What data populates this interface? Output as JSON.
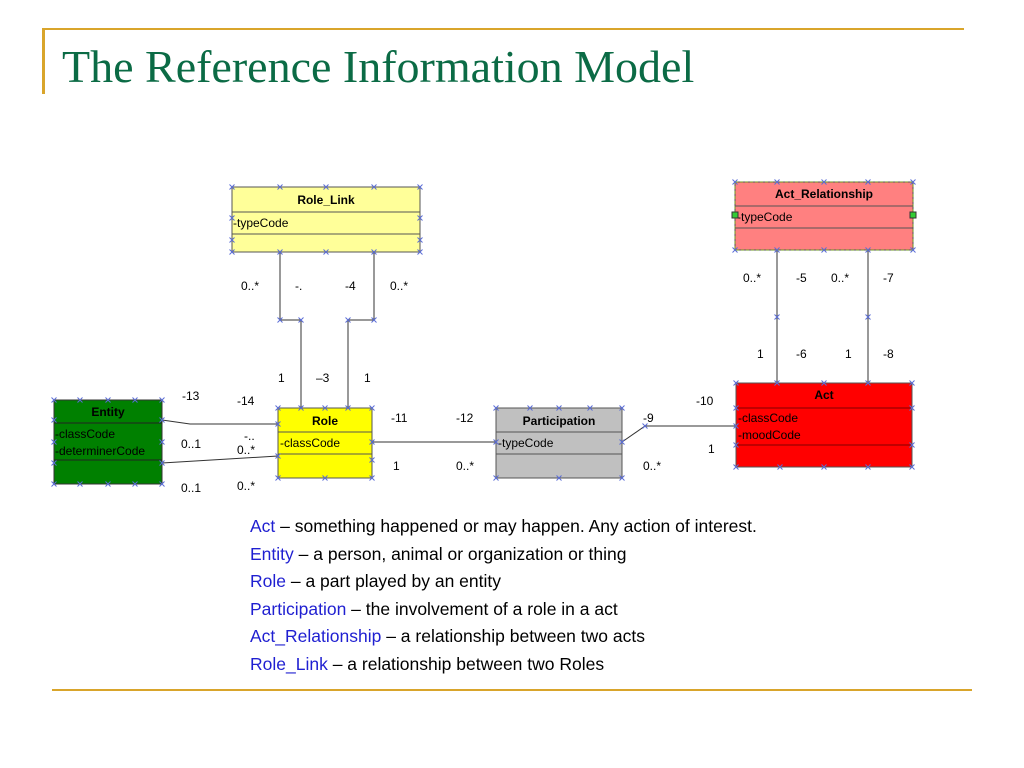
{
  "slide": {
    "title": "The Reference Information Model"
  },
  "classes": {
    "role_link": {
      "name": "Role_Link",
      "attrs": [
        "-typeCode"
      ]
    },
    "act_relationship": {
      "name": "Act_Relationship",
      "attrs": [
        "-typeCode"
      ]
    },
    "entity": {
      "name": "Entity",
      "attrs": [
        "-classCode",
        "-determinerCode"
      ]
    },
    "role": {
      "name": "Role",
      "attrs": [
        "-classCode"
      ]
    },
    "participation": {
      "name": "Participation",
      "attrs": [
        "-typeCode"
      ]
    },
    "act": {
      "name": "Act",
      "attrs": [
        "-classCode",
        "-moodCode"
      ]
    }
  },
  "colors": {
    "role_link": "#ffff99",
    "act_relationship": "#ff8080",
    "entity": "#008000",
    "role": "#ffff00",
    "participation": "#c0c0c0",
    "act": "#ff0000"
  },
  "multiplicities": {
    "rl_left_top": "0..*",
    "rl_mid_left": "-.",
    "rl_mid_right": "-4",
    "rl_right_top": "0..*",
    "rl_left_bottom": "1",
    "rl_mid_bottom": "–3",
    "rl_right_bottom": "1",
    "ar_left_top": "0..*",
    "ar_mid_left": "-5",
    "ar_mid_right": "0..*",
    "ar_right_top": "-7",
    "ar_left_bottom": "1",
    "ar_mid_bottom_left": "-6",
    "ar_mid_bottom_right": "1",
    "ar_right_bottom": "-8",
    "e13": "-13",
    "e14": "-14",
    "e01a": "0..1",
    "e_small": "-..",
    "e0s_a": "0..*",
    "e01b": "0..1",
    "e0s_b": "0..*",
    "r11": "-11",
    "r12": "-12",
    "r1": "1",
    "r0s": "0..*",
    "p9": "-9",
    "p10": "-10",
    "p1": "1",
    "p0s": "0..*"
  },
  "legend": [
    {
      "term": "Act",
      "desc": " – something happened or may happen. Any action of interest."
    },
    {
      "term": "Entity",
      "desc": " – a person, animal or organization or thing"
    },
    {
      "term": "Role",
      "desc": " – a part played by an entity"
    },
    {
      "term": "Participation",
      "desc": " – the involvement of a role in a act"
    },
    {
      "term": "Act_Relationship",
      "desc": " – a relationship between two acts"
    },
    {
      "term": "Role_Link",
      "desc": " – a relationship between two Roles"
    }
  ]
}
